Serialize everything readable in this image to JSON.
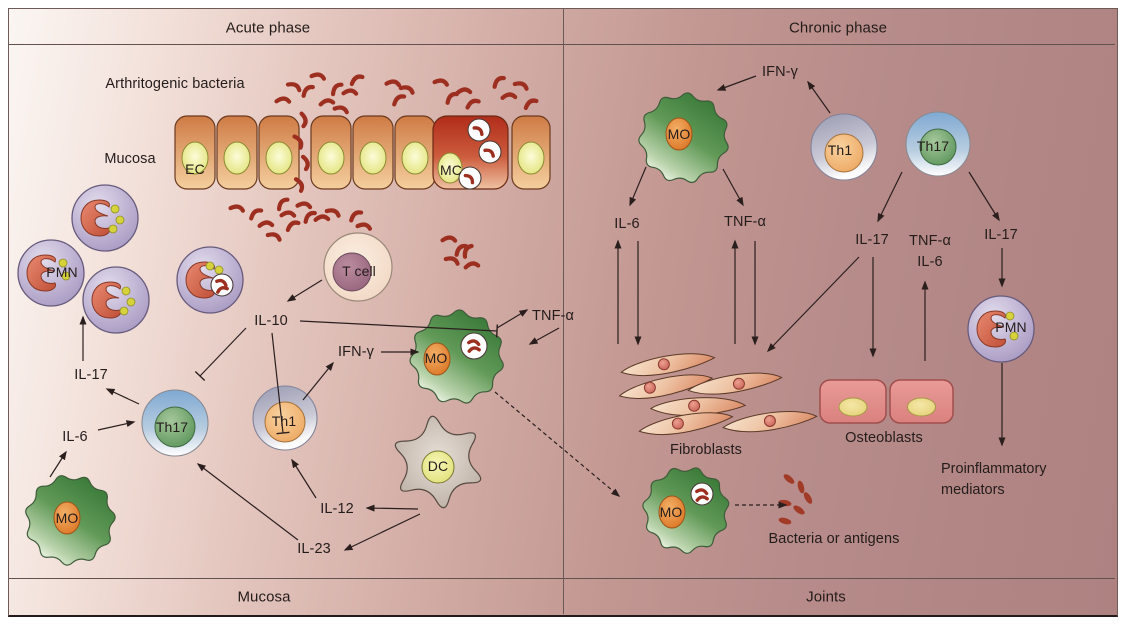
{
  "header": {
    "acute": "Acute phase",
    "chronic": "Chronic phase"
  },
  "footer": {
    "acute": "Mucosa",
    "chronic": "Joints"
  },
  "acute": {
    "arthritogenic_bacteria": "Arthritogenic bacteria",
    "mucosa_side": "Mucosa",
    "il10": "IL-10",
    "ifn_gamma": "IFN-γ",
    "tnf_alpha": "TNF-α",
    "il17": "IL-17",
    "il6": "IL-6",
    "il12": "IL-12",
    "il23": "IL-23"
  },
  "chronic": {
    "ifn_gamma": "IFN-γ",
    "il6": "IL-6",
    "tnf_alpha": "TNF-α",
    "il17_fibroblasts": "IL-17",
    "tnf_alpha_il6_line1": "TNF-α",
    "tnf_alpha_il6_line2": "IL-6",
    "il17_pmn": "IL-17",
    "fibroblasts": "Fibroblasts",
    "osteoblasts": "Osteoblasts",
    "proinflammatory_line1": "Proinflammatory",
    "proinflammatory_line2": "mediators",
    "bacteria_or_antigens": "Bacteria or antigens"
  },
  "cells": {
    "ec": "EC",
    "mc": "MC",
    "pmn": "PMN",
    "t_cell": "T cell",
    "th17": "Th17",
    "th1": "Th1",
    "mo": "MO",
    "dc": "DC"
  },
  "colors": {
    "bacteria": "#9c2f20",
    "infected_cell": "#b02c1a",
    "epithelium": "#cf7b45",
    "pmn_body": "#b2a4c6",
    "pmn_nucleus": "#c95f49",
    "granule": "#d6d23c",
    "th17_outer": "#7fa9d2",
    "th17_inner": "#569055",
    "th1_outer": "#9a9ab2",
    "th1_inner": "#eca45c",
    "mo_green": "#3a7a39",
    "mo_nucleus": "#d96f1f",
    "dc_body": "#c3b7ac",
    "dc_nucleus": "#dcdc6e",
    "t_cell_outer": "#f0d3bf",
    "t_cell_inner": "#93607a",
    "fibroblast": "#eec3a4",
    "osteoblast": "#e28e8c",
    "arrow": "#2b1f1e"
  }
}
